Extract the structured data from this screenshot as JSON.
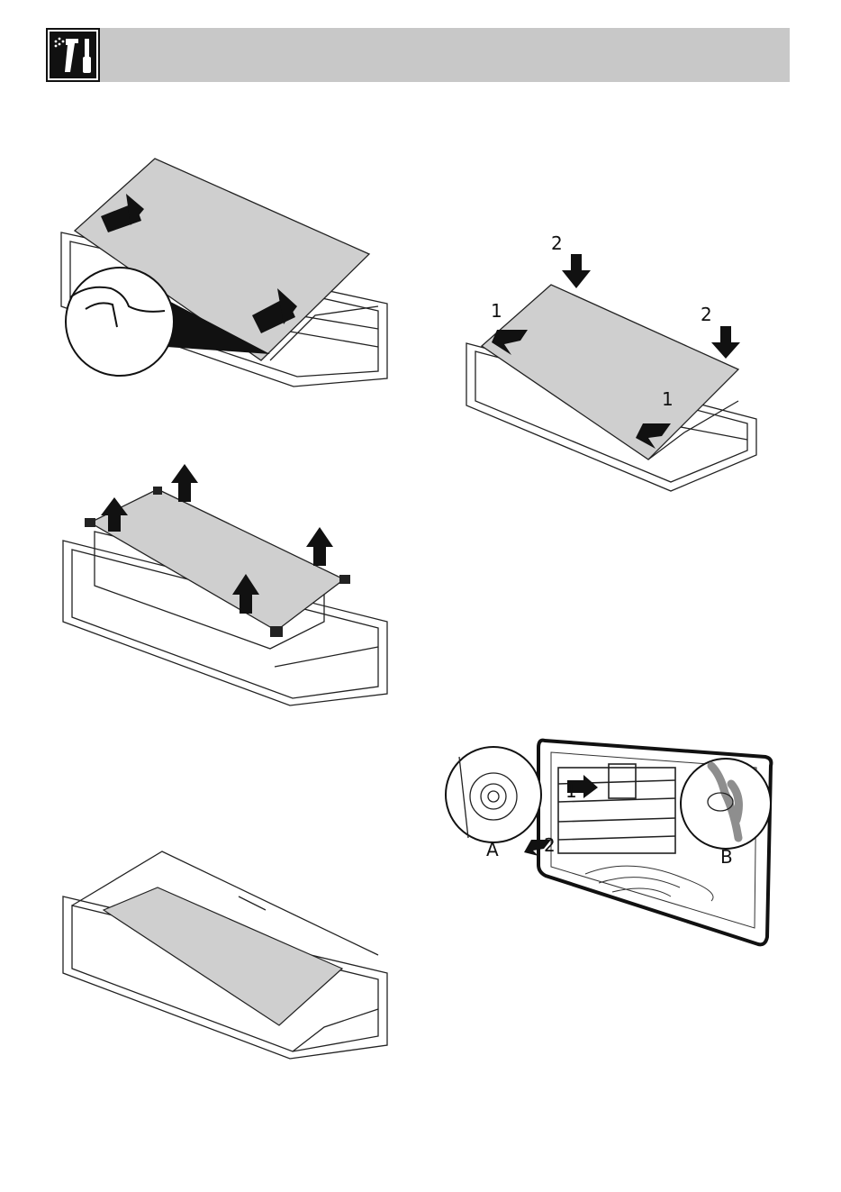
{
  "header": {
    "icon": "cleaning-maintenance-icon"
  },
  "colors": {
    "panel": "#cfcfcf",
    "panel_dark": "#bdbdbd",
    "bar": "#c8c8c8",
    "ink": "#111111"
  },
  "figures": {
    "refit": {
      "labels": [
        "2",
        "1",
        "2",
        "1"
      ]
    },
    "rack": {
      "labels": {
        "a": "A",
        "b": "B",
        "one": "1",
        "two": "2"
      }
    }
  }
}
